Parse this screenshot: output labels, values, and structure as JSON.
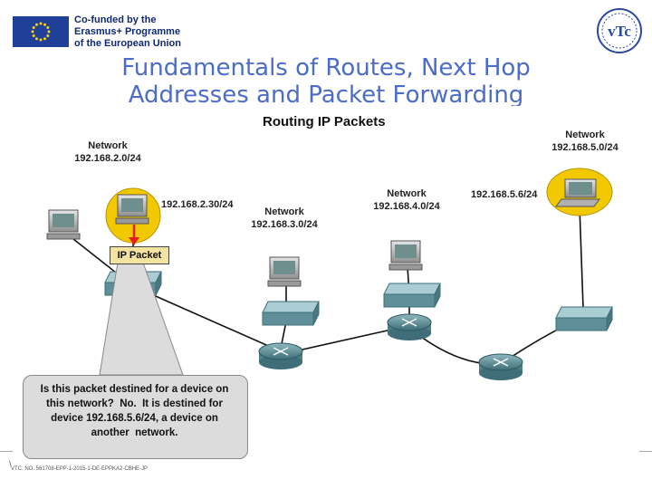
{
  "header": {
    "eu_text": "Co-funded by the\nErasmus+ Programme\nof the European Union",
    "logo_text": "vTc",
    "title": "Fundamentals of Routes, Next Hop\nAddresses and Packet Forwarding"
  },
  "diagram": {
    "subtitle": "Routing IP Packets",
    "networks": {
      "n2": "Network\n192.168.2.0/24",
      "n3": "Network\n192.168.3.0/24",
      "n4": "Network\n192.168.4.0/24",
      "n5": "Network\n192.168.5.0/24"
    },
    "source_address": "192.168.2.30/24",
    "dest_address": "192.168.5.6/24",
    "packet_label": "IP Packet",
    "callout": "Is this packet destined for a device on\nthis network?  No.  It is destined for\ndevice 192.168.5.6/24, a device on\nanother  network."
  },
  "footer": {
    "mark": "\\",
    "text": "VTC: NO. 561708-EPP-1-2015-1-DE-EPPKA2-CBHE-JP"
  },
  "colors": {
    "title": "#4b6cc8",
    "highlight": "#f2c900",
    "router": "#5f8f98",
    "switch": "#7aa6ae",
    "arrow": "#e02020"
  }
}
